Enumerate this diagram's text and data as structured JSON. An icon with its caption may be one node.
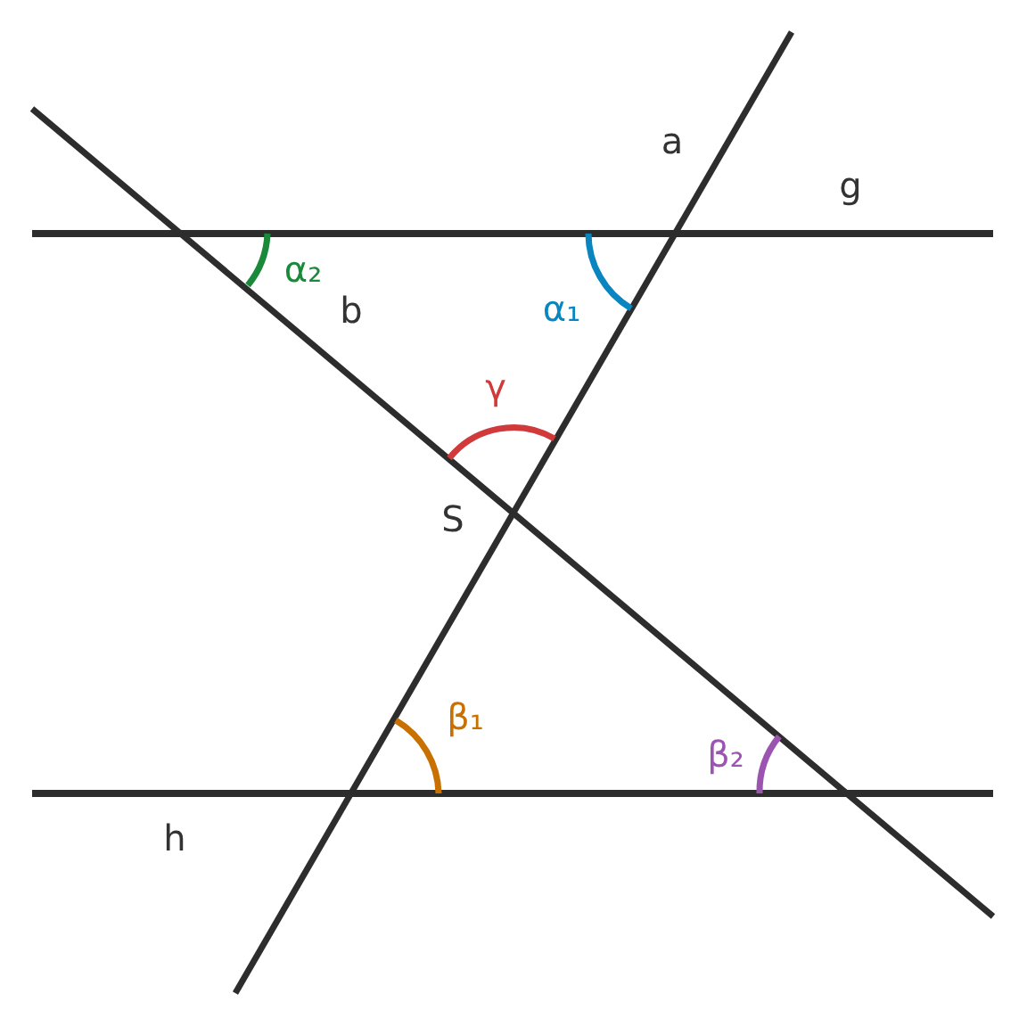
{
  "diagram": {
    "labels": [
      "a",
      "g",
      "α₂",
      "b",
      "α₁",
      "γ",
      "S",
      "β₁",
      "β₂",
      "h"
    ]
  }
}
